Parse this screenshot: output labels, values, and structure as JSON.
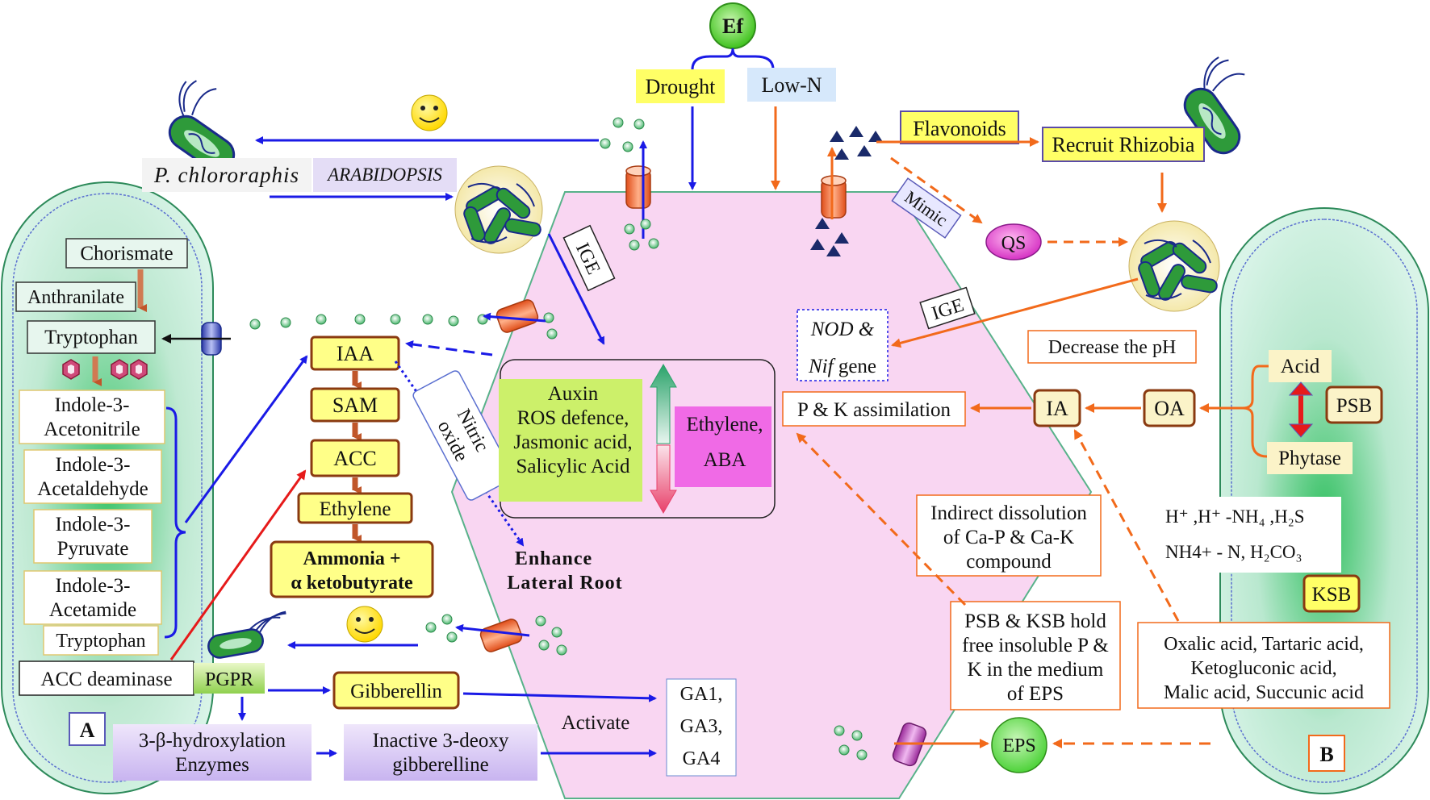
{
  "ef": "Ef",
  "drought": "Drought",
  "low_n": "Low-N",
  "flavonoids": "Flavonoids",
  "recruit_rhizobia": "Recruit Rhizobia",
  "mimic": "Mimic",
  "qs": "QS",
  "p_chlororaphis": "P. chlororaphis",
  "arabidopsis": "ARABIDOPSIS",
  "ige_left": "IGE",
  "ige_right": "IGE",
  "nod_line1": "NOD &",
  "nod_line2a": "Nif",
  "nod_line2b": " gene",
  "decrease_ph": "Decrease the pH",
  "pk_assimilation": "P & K assimilation",
  "ia": "IA",
  "oa": "OA",
  "acid": "Acid",
  "psb": "PSB",
  "phytase": "Phytase",
  "h_line1": "H⁺ ,H⁺ -NH₄ ,H₂S",
  "h_line2": "NH4+ - N, H₂CO₃",
  "ksb": "KSB",
  "indirect": [
    "Indirect dissolution",
    "of Ca-P & Ca-K",
    "compound"
  ],
  "psb_ksb": [
    "PSB & KSB hold",
    "free insoluble P &",
    "K in the medium",
    "of EPS"
  ],
  "organic_acids": [
    "Oxalic  acid, Tartaric acid,",
    "Ketogluconic acid,",
    "Malic acid, Succunic acid"
  ],
  "eps": "EPS",
  "label_a": "A",
  "label_b": "B",
  "chorismate": "Chorismate",
  "anthranilate": "Anthranilate",
  "tryptophan_top": "Tryptophan",
  "indole1": [
    "Indole-3-",
    "Acetonitrile"
  ],
  "indole2": [
    "Indole-3-",
    "Acetaldehyde"
  ],
  "indole3": [
    "Indole-3-",
    "Pyruvate"
  ],
  "indole4": [
    "Indole-3-",
    "Acetamide"
  ],
  "tryptophan_bottom": "Tryptophan",
  "acc_deaminase": "ACC deaminase",
  "pgpr": "PGPR",
  "hydroxylation": [
    "3-β-hydroxylation",
    "Enzymes"
  ],
  "inactive": [
    "Inactive 3-deoxy",
    "gibberelline"
  ],
  "activate": "Activate",
  "ga": [
    "GA1,",
    "GA3,",
    "GA4"
  ],
  "iaa": "IAA",
  "sam": "SAM",
  "acc": "ACC",
  "ethylene": "Ethylene",
  "ammonia": [
    "Ammonia +",
    "α ketobutyrate"
  ],
  "gibberellin": "Gibberellin",
  "nitric_oxide": [
    "Nitric",
    "oxide"
  ],
  "auxin_group": [
    "Auxin",
    "ROS defence,",
    "Jasmonic acid,",
    "Salicylic Acid"
  ],
  "ethylene_aba": [
    "Ethylene,",
    "ABA"
  ],
  "enhance": [
    "Enhance",
    "Lateral Root"
  ],
  "colors": {
    "blue_arrow": "#1a1ae6",
    "orange_arrow": "#f26a1b",
    "root_pink": "#f9d6f2",
    "cell_green": "#cdeee0"
  }
}
